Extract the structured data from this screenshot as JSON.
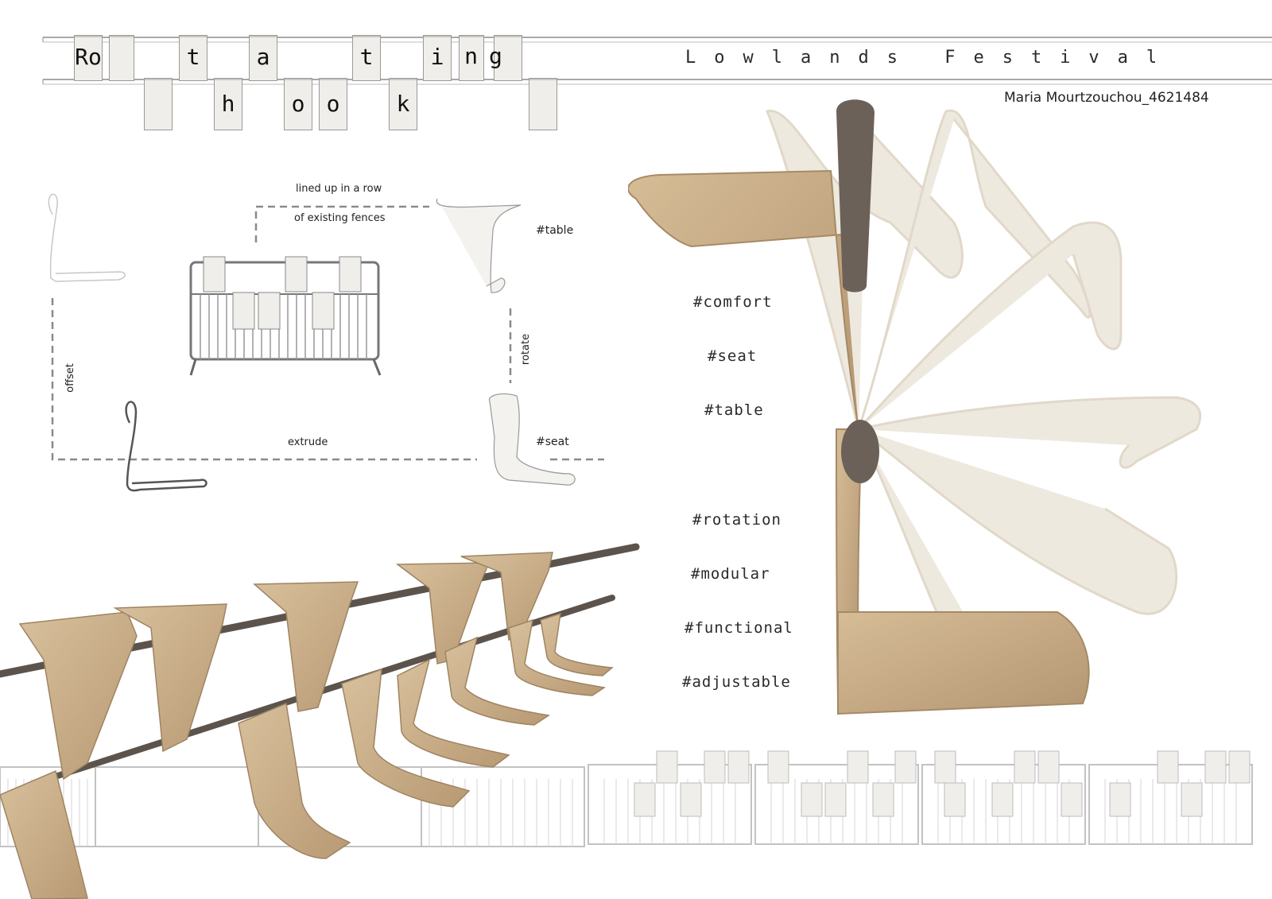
{
  "title_row1": [
    "Ro",
    "t",
    "a",
    "t",
    "i",
    "ng"
  ],
  "title_row2": [
    "h",
    "o",
    "o",
    "k"
  ],
  "festival": "Lowlands Festival",
  "author": "Maria Mourtzouchou_4621484",
  "diagram": {
    "lined_up_line1": "lined up in a row",
    "lined_up_line2": "of existing fences",
    "table_tag": "#table",
    "seat_tag": "#seat",
    "rotate": "rotate",
    "offset": "offset",
    "extrude": "extrude"
  },
  "hashtags": [
    "#comfort",
    "#seat",
    "#table",
    "#rotation",
    "#modular",
    "#functional",
    "#adjustable"
  ],
  "colors": {
    "wood": "#c9ad85",
    "wood_dark": "#a88c64",
    "wood_ghost": "#e9e3d6",
    "rail": "#5c544c",
    "fence": "#b8b8b8",
    "tile": "#efeeea",
    "dash": "#8a8a8a"
  }
}
